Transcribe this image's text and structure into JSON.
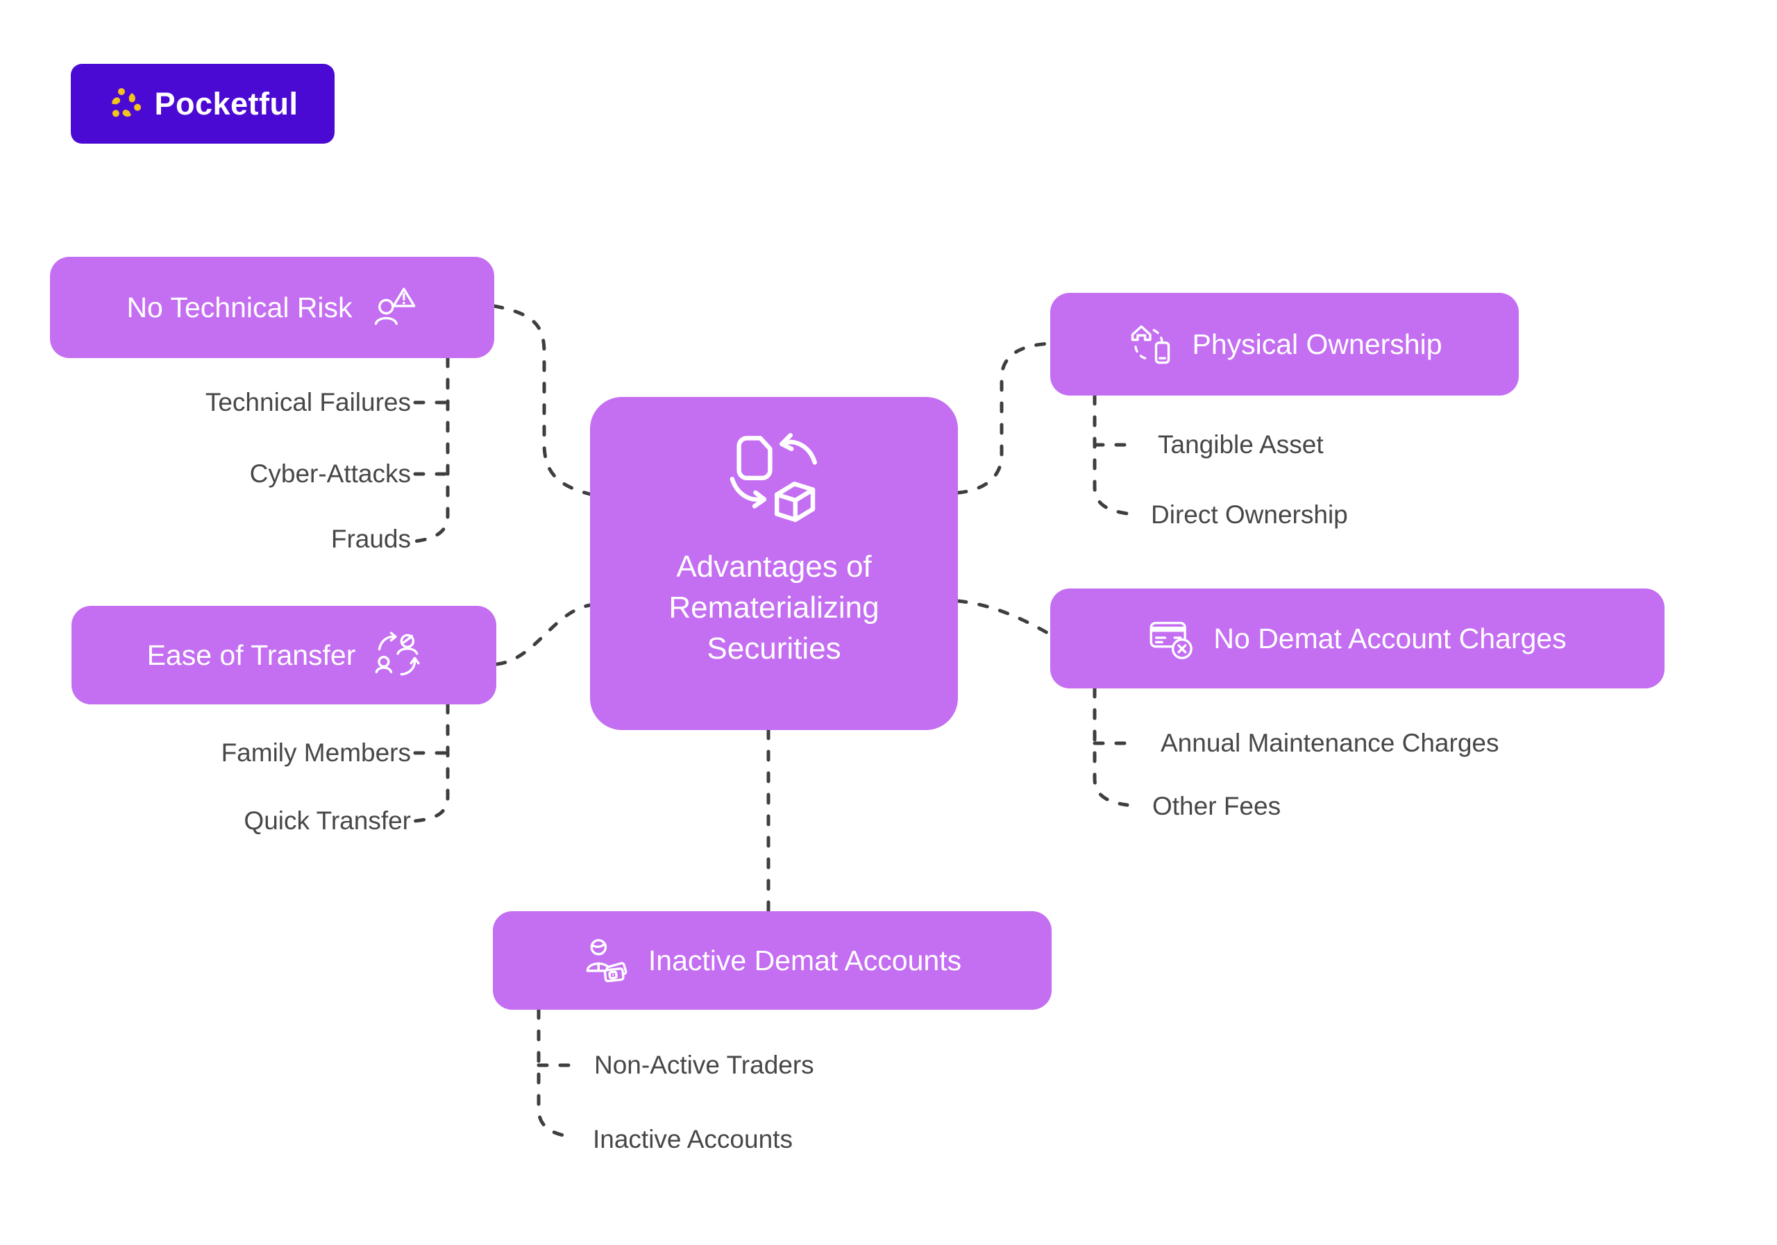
{
  "brand": {
    "name": "Pocketful"
  },
  "theme": {
    "node_fill": "#c46ef2",
    "node_text": "#ffffff",
    "child_text": "#474747",
    "connector": "#3e3e3e",
    "logo_background": "#4b0ad4",
    "logo_mark": "#f2c41c",
    "background": "#ffffff"
  },
  "center": {
    "title": "Advantages of Rematerializing Securities",
    "icon": "document-to-cube-conversion-icon"
  },
  "branches": [
    {
      "id": "no-technical-risk",
      "label": "No Technical Risk",
      "icon": "person-warning-icon",
      "icon_side": "right",
      "children": [
        {
          "label": "Technical Failures"
        },
        {
          "label": "Cyber-Attacks"
        },
        {
          "label": "Frauds"
        }
      ]
    },
    {
      "id": "ease-of-transfer",
      "label": "Ease of Transfer",
      "icon": "people-swap-icon",
      "icon_side": "right",
      "children": [
        {
          "label": "Family Members"
        },
        {
          "label": "Quick Transfer"
        }
      ]
    },
    {
      "id": "physical-ownership",
      "label": "Physical Ownership",
      "icon": "home-device-sync-icon",
      "icon_side": "left",
      "children": [
        {
          "label": "Tangible Asset"
        },
        {
          "label": "Direct Ownership"
        }
      ]
    },
    {
      "id": "no-demat-account-charges",
      "label": "No Demat Account Charges",
      "icon": "card-cancel-icon",
      "icon_side": "left",
      "children": [
        {
          "label": "Annual Maintenance Charges"
        },
        {
          "label": "Other Fees"
        }
      ]
    },
    {
      "id": "inactive-demat-accounts",
      "label": "Inactive Demat Accounts",
      "icon": "person-cards-icon",
      "icon_side": "left",
      "children": [
        {
          "label": "Non-Active Traders"
        },
        {
          "label": "Inactive Accounts"
        }
      ]
    }
  ]
}
